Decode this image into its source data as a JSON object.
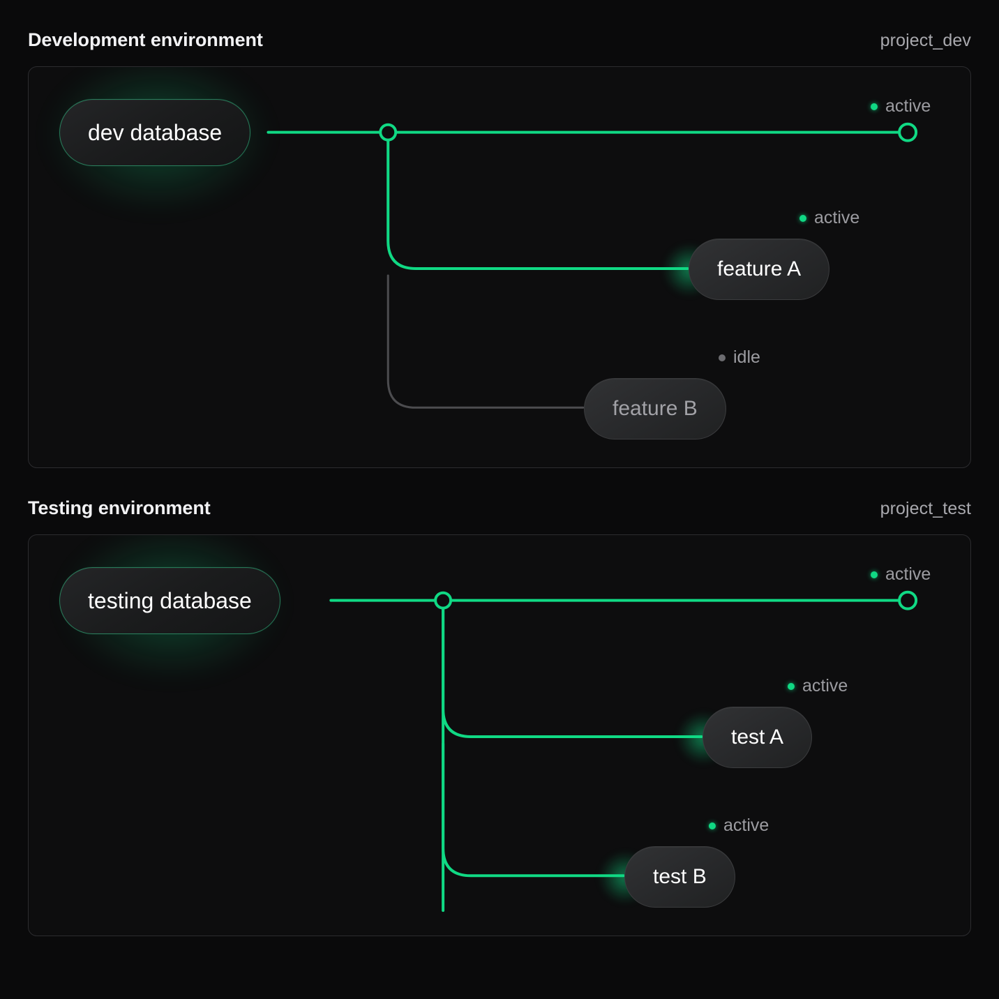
{
  "theme": {
    "page_bg": "#0a0a0b",
    "panel_bg": "#0d0d0e",
    "panel_border": "#2c2c2f",
    "accent_green": "#10d984",
    "idle_gray": "#6c6c70",
    "line_idle": "#4c4c4f",
    "text_primary": "#f2f2f4",
    "text_muted": "#9c9ca1"
  },
  "sections": [
    {
      "id": "dev",
      "title": "Development environment",
      "project": "project_dev",
      "database": {
        "label": "dev database",
        "state": "active"
      },
      "trunk": {
        "status": "active",
        "status_label": "active"
      },
      "tasks": [
        {
          "label": "feature A",
          "state": "active",
          "status_label": "active"
        },
        {
          "label": "feature B",
          "state": "idle",
          "status_label": "idle"
        }
      ]
    },
    {
      "id": "test",
      "title": "Testing environment",
      "project": "project_test",
      "database": {
        "label": "testing database",
        "state": "active"
      },
      "trunk": {
        "status": "active",
        "status_label": "active"
      },
      "tasks": [
        {
          "label": "test A",
          "state": "active",
          "status_label": "active"
        },
        {
          "label": "test B",
          "state": "active",
          "status_label": "active"
        }
      ]
    }
  ]
}
